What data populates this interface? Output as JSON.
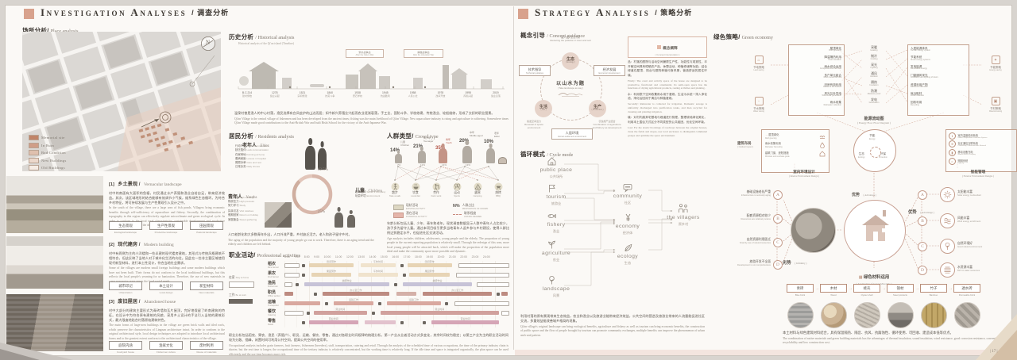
{
  "colors": {
    "accent": "#d8a28d",
    "highlight": "#b5584a",
    "beige": "#ddd7c2",
    "pink": "#e5b5aa",
    "lavender": "#c6c2d6"
  },
  "page": {
    "number": "| 17 |"
  },
  "inv": {
    "title": "Investigation Analyses",
    "slash": "/",
    "title_cn": "调查分析",
    "place": {
      "h_cn": "场所分析/",
      "h_en": "Place analysis",
      "compass": "N",
      "legend": [
        "Memorial site",
        "In Ruin",
        "Bad Condition",
        "New Buildings",
        "Old Buildings"
      ]
    },
    "items": [
      {
        "no": "[1]",
        "t_cn": "乡土景观 /",
        "t_en": "Vernacular landscape",
        "p_cn": "村中的南面有大面积的鱼塘，村民通过水产养殖和渔业自给自足，带来经济效益。其次，该区域地形的结合能够有效调节小气候，维系绿色生态循环。为符合乡村特征，将可持续发展与生产性景观引入设计之中。",
        "p_en": "In the south of the village, there are a large area of fish ponds. Villagers bring economic benefits through self-sufficiency of aquaculture and fishery. Secondly, the combination of topography in this region can effectively regulate microclimate and green ecological cycle. In order to conform to the local rural characteristics, sustainable development and productive landscape are introduced in the design.",
        "tags": [
          {
            "cn": "生态景观",
            "en": "Ecological landscape"
          },
          {
            "cn": "生产性景观",
            "en": "Productive landscape"
          },
          {
            "cn": "田园景观",
            "en": "Pastoral landscape"
          }
        ]
      },
      {
        "no": "[2]",
        "t_cn": "现代建房 /",
        "t_en": "Modern building",
        "p_cn": "村中有两侧为主的小洋楼和一些半建的现代楼房建筑，其形式与传统风格建筑不相符合，但这反映了当地人对于城市化生活的向往。因此在一些非主要区域使用现代新型材料，进行本土性设计，符合当地社会需求。",
        "p_en": "Some of the villages are modern small foreign buildings and some modern buildings which have not been built. Their forms do not conform to the local traditional buildings, but this reflects the local people's yearning for ur banization. Therefore, the use of new materials in some non-major areas meets the local social needs.",
        "tags": [
          {
            "cn": "城市印记",
            "en": "Urbanization"
          },
          {
            "cn": "本土设计",
            "en": "Local design"
          },
          {
            "cn": "新型材料",
            "en": "New materials"
          }
        ]
      },
      {
        "no": "[3]",
        "t_cn": "废旧屋居 /",
        "t_en": "Abandoned house",
        "p_cn": "村中大部分的建筑主要形式为青砖墙和瓦片屋顶，完好地保留了岭南建筑的特征。在设计中为符合原有建筑的风貌，采用乡土设计的手法引入当地的建筑形式，最大限度地贴合村落原始建筑特色。",
        "p_en": "The main forms of large-area buildings in the village are green brick walls and tiled roofs, which preserve the characteristics of Lingnan architecture intact. In order to conform to the original architectural style, local design techniques are adopted to introduce local architectural forms and to the greatest extent conform to the architectural characteristics of the village.",
        "tags": [
          {
            "cn": "庭院内涵",
            "en": "Courtyard house"
          },
          {
            "cn": "渔家文化",
            "en": "Fishermen culture"
          },
          {
            "cn": "废材利用",
            "en": "Reuse of materials"
          }
        ]
      }
    ],
    "history": {
      "h_cn": "历史分析",
      "h_en": "/ Historical analysis",
      "caption": "Historical analysis of the Qi'an island (Timeline)",
      "bracket_a_cn": "鸦片战争后",
      "bracket_a_en": "After the Opium War",
      "bracket_b_cn": "解放战争后",
      "bracket_b_en": "After the Liberation War",
      "ticks": [
        {
          "y": "B.C.214",
          "t": "建村伊始"
        },
        {
          "y": "1278",
          "t": "渔业兴起"
        },
        {
          "y": "1521",
          "t": "宗祠修建"
        },
        {
          "y": "1840",
          "t": "抗英斗争"
        },
        {
          "y": "1938",
          "t": "碧石学校"
        },
        {
          "y": "1945",
          "t": "抗战胜利"
        },
        {
          "y": "1958",
          "t": "人民公社"
        },
        {
          "y": "1978",
          "t": "改革开放"
        },
        {
          "y": "1995",
          "t": "养殖兴起"
        },
        {
          "y": "2019",
          "t": "渔业衰落"
        }
      ],
      "p_cn": "温泉村曾是渔人的中心村落，渔民选择有台风庇护的山边而居；如今新兴养殖业兴起而农业逐渐衰落，手工业、国防斗争、学校修建、传统渔业、轮船维修，形成了交织的职业图景。",
      "p_en": "Qi'an Village is the central village of fishermen and has been developed from the ancient times; fishing was the main livelihood of Qi'an Village. New aquaculture industry is rising and agriculture is withering. Somewhere times Qi'an Village made good contributions to the Anti-British War and built Bishi School for the victory of the Anti-Japanese War."
    },
    "residents": {
      "h_cn": "居民分析",
      "h_en": "/ Residents analysis",
      "donut": {
        "labels": [
          "62.5%",
          "25%",
          "12.5%"
        ]
      },
      "elder": {
        "cn": "老年人",
        "en": "Elder",
        "items": [
          {
            "cn": "行动不便",
            "en": "Action inconvenience"
          },
          {
            "cn": "缺乏陪伴",
            "en": "Lack communication"
          },
          {
            "cn": "在家种地",
            "en": "Farming at home"
          },
          {
            "cn": "看病就医",
            "en": "Leisure in hospital"
          },
          {
            "cn": "照顾孙辈",
            "en": "Care and rest"
          },
          {
            "cn": "日常杂务",
            "en": "Daily chores"
          }
        ]
      },
      "youth": {
        "cn": "青年人",
        "en": "Youths",
        "items": [
          {
            "cn": "务工为主",
            "en": "High working"
          },
          {
            "cn": "购房压力",
            "en": "High pressure"
          },
          {
            "cn": "努力学习",
            "en": "Study"
          },
          {
            "cn": "探亲访友",
            "en": "Visit relatives"
          },
          {
            "cn": "假期回家",
            "en": "Return on holiday"
          },
          {
            "cn": "家庭聚会",
            "en": "Sweet gathering"
          }
        ]
      },
      "children": {
        "cn": "儿童",
        "en": "Children",
        "items": [
          {
            "cn": "祖辈陪伴",
            "en": "Senior's company"
          },
          {
            "cn": "玩耍环境",
            "en": "Environment"
          }
        ]
      },
      "note_cn": "人口老龄化和大多数青年外出，人口外流严重，乡村缺乏活力，老人和孩子留守乡村。",
      "note_en": "The aging of the population and the majority of young people go out to work. Therefore, there is an aging trend and the elderly and children are left behind."
    },
    "crowd": {
      "h_cn": "人群类型/",
      "h_en": "Crowd type",
      "groups": [
        {
          "pct": "14%",
          "cn": "儿童",
          "en": "Children"
        },
        {
          "pct": "21%",
          "cn": "青少年",
          "en": "Teenager"
        },
        {
          "pct": "35%",
          "cn": "青年",
          "en": "Youth"
        },
        {
          "pct": "20%",
          "cn": "中年",
          "en": "Middle-aged"
        },
        {
          "pct": "10%",
          "cn": "老年",
          "en": "Elder"
        }
      ],
      "foot_pcts": [
        "7%",
        "12%",
        "14%",
        "13%"
      ],
      "activities": [
        {
          "cn": "散步",
          "en": "Take a walk"
        },
        {
          "cn": "饮食",
          "en": "Local diet"
        },
        {
          "cn": "劳作",
          "en": "Farm work"
        },
        {
          "cn": "运动",
          "en": "Sports"
        },
        {
          "cn": "露营",
          "en": "Camping"
        },
        {
          "cn": "烧烤",
          "en": "BBQ"
        }
      ],
      "legend": [
        {
          "cn": "现状活动",
          "en": "EXISTING ACTIVITY"
        },
        {
          "cn": "潜在活动",
          "en": "POTENTIAL ACTIVITY"
        },
        {
          "sym": "N%",
          "cn": "人群占比",
          "en": "PROPORTION OF CROWD"
        },
        {
          "cn": "联系程度",
          "en": "LINKING DEGREE"
        }
      ],
      "p_cn": "年龄分析包括儿童、少年、青年和老年。现状调查数据显示人群中青年人占比较少，孩子多为留守儿童。通过本项目吸引更多当地青年人返乡参与乡村建设，使得人群比例达到稳定水平，也促进社区交流活动。",
      "p_en": "Age analysis includes children, adolescents, young people and the elderly. The proportion of young people in the current reporting population is relatively small. Through the redesign of this area, more local young people will be attracted back, which will make the proportion of the population more ideal and make the community space more possible and dynamic."
    },
    "professional": {
      "h_cn": "职业活动/",
      "h_en": "Professional activities",
      "axis": "6:00 7:00 8:00 9:00 10:00 11:00 12:00 13:00 14:00 15:00 16:00 17:00 18:00 19:00 20:00 21:00 22:00 23:00 24:00",
      "legend_home_cn": "在家",
      "legend_home_en": "Stay at home",
      "legend_work_cn": "工作",
      "legend_work_en": "Be at work",
      "rows": [
        {
          "cn": "稻农",
          "en": "Rice farmer",
          "labels": [
            "田间劳作",
            "午休时间",
            "田间劳作"
          ]
        },
        {
          "cn": "果农",
          "en": "Fruit farmer",
          "labels": [
            "果园劳作",
            "午休时间",
            "果园劳作"
          ]
        },
        {
          "cn": "渔民",
          "en": "Fisherman",
          "labels": [
            "捕捞作业",
            "捕捞作业"
          ]
        },
        {
          "cn": "职员",
          "en": "Office worker",
          "labels": [
            "办公室工作",
            "办公室工作"
          ]
        },
        {
          "cn": "运输",
          "en": "Transporter",
          "labels": [
            "运输工作",
            "运输工作"
          ]
        },
        {
          "cn": "餐饮",
          "en": "Catering",
          "labels": [
            "营业时间",
            "营业时间"
          ]
        },
        {
          "cn": "零售",
          "en": "Retail",
          "labels": [
            "营业时间",
            "营业时间"
          ]
        }
      ],
      "p_cn": "职业分析包括稻农、果农、渔民（养殖户）、职员、运输、餐饮、零售。通过对各职业时间规律的梳理分析，第一产业从业者活动方式多变化，其余时间较为稳定；以第三产业为主的职业活动时间较为分散、错峰，闲置时间可利用公共空间，提高公共空间的使用率。",
      "p_en": "Occupational analysis includes grain farmers, fruit farmers, fishermen (breeders), staff, transportation, catering and retail. Through the analysis of the scheduled time of various occupations, the time of the primary industry chain is shorter, but the rest time is longer; the occupational time of the tertiary industry is relatively concentrated, but the working time is relatively long. If the idle time and space is integrated organically, the plan space can be used efficiently and the use time becomes more rich."
    }
  },
  "str": {
    "title": "Strategy Analysis",
    "slash": "/",
    "title_cn": "策略分析",
    "concept": {
      "h_cn": "概念引导",
      "h_en": "/ Concept guidance",
      "center_cn": "以山水为题",
      "center_en": "( Take landscape as way )",
      "nodes": [
        {
          "cn": "生态",
          "en": "( Ecology )"
        },
        {
          "cn": "生活",
          "en": "( Life )"
        },
        {
          "cn": "生产",
          "en": "( Production )"
        }
      ],
      "box_left_cn": "技术指导",
      "box_left_en": "Technical guidance",
      "box_right_cn": "经济发展",
      "box_right_en": "Economic development",
      "box_bottom_cn": "人居环境",
      "box_bottom_en": "Human settlement environment",
      "note_top_cn": "减少生产生活污染",
      "note_top_en": "Reducing the pollution in town and soil",
      "note_left_cn": "焕发空间活力",
      "note_left_en": "Renewal of space environment",
      "note_right_cn": "农渔旅产业结合",
      "note_right_en": "Combination of agriculture and fishery as development"
    },
    "interp": {
      "t_cn": "概念阐释",
      "t_en": "( Concept interpretation )",
      "paras": [
        {
          "cn": "品：村落的庭院与活动空间兼顾生产性、功能性与观赏性，半开敞空间具有晾晒农产品、休憩活动、种植修缮等功能；结合绿道在屋顶、阳台与庭院种植可食风景，营造舒适的居住环境。",
          "en": "Firstly: The court and activity space of the house are designed to be productive, functional and ornamental. Its semi-open space has the functions of drying agricultural products, resting activities and planting."
        },
        {
          "cn": "水：利用檐下空间收集雨水用于灌溉，生活污水统一排入净化池，净化后回用于清洁与种植灌溉。",
          "en": "Secondly: Rainwater is collected for irrigation. Domestic sewage is uniformly discharged into purification tanks, and then recycled for cleaning and planting irrigation."
        },
        {
          "cn": "境：对村内废弃宅基地与巷道进行梳理，整理坡地绿化美化，利用本土围合方式区分不同类型的公共组团，优化空间环境。",
          "en": "Last: For the elastic blockings of roadways between the original houses, clean the fields and slopes, use local enclosure to distinguish communal groups and optimize the space environment."
        }
      ]
    },
    "cycle": {
      "h_cn": "循环模式",
      "h_en": "/ Cycle mode",
      "left": [
        {
          "en": "public place",
          "cn": "公共场所"
        },
        {
          "en": "tourism",
          "cn": "旅游业"
        },
        {
          "en": "fishery",
          "cn": "渔业"
        },
        {
          "en": "agriculture",
          "cn": "农业"
        },
        {
          "en": "landscape",
          "cn": "风景"
        }
      ],
      "mid": [
        {
          "en": "community",
          "cn": "社区"
        },
        {
          "en": "economy",
          "cn": "经济体"
        },
        {
          "en": "ecology",
          "cn": "生态"
        }
      ],
      "right": {
        "en": "the villagers",
        "cn": "原乡村"
      },
      "p_cn": "利用村落的原有景观带来生态效益，农业和渔业以及旅游业能带来经济效益，公共空间的营造及旅游业带来的人流量能促进社区交流，多重效益能改善城乡格局的现象。",
      "p_en": "Qi'an village's original landscape can bring ecological benefits, agriculture and fishery as well as tourism can bring economic benefits, the construction of public space and the flow of people brought by tourism can promote community exchanges, multiple benefits can improve the phenomenon of urban and rural pattern."
    },
    "green": {
      "h_cn": "绿色策略/",
      "h_en": "Green economy",
      "flow": {
        "left": [
          {
            "cn": "屋顶绿化",
            "en": "Roof greening"
          },
          {
            "cn": "降温隔热利用",
            "en": "Heat insulation"
          },
          {
            "cn": "雨水综合运用",
            "en": "Comprehensive rain use"
          },
          {
            "cn": "多户单元组合",
            "en": "Multi-household unit"
          },
          {
            "cn": "旧房有效利用",
            "en": "Reuse of old houses"
          },
          {
            "cn": "风光互补发电",
            "en": "Wind-solar generation"
          },
          {
            "cn": "雨水收集",
            "en": "Rainwater collection"
          }
        ],
        "mid": [
          {
            "cn": "采暖",
            "en": "Heating"
          },
          {
            "cn": "制冷",
            "en": "Cooling"
          },
          {
            "cn": "采光",
            "en": "Lighting"
          },
          {
            "cn": "通风",
            "en": "Aeration"
          },
          {
            "cn": "隔热",
            "en": "Insulation"
          },
          {
            "cn": "防潮",
            "en": "Moisture proof"
          },
          {
            "cn": "发电",
            "en": "Generation"
          }
        ],
        "right": [
          {
            "cn": "人居能源体系",
            "en": "Human energy system"
          },
          {
            "cn": "节能系统",
            "en": "Smart energy systems"
          },
          {
            "cn": "发电能源",
            "en": "Renewable energy"
          },
          {
            "cn": "门窗通风采光",
            "en": "Ventilation and lighting of doors"
          },
          {
            "cn": "资源利用产物",
            "en": "Resource utilization"
          },
          {
            "cn": "就近取材",
            "en": "Local materials"
          },
          {
            "cn": "回收利用",
            "en": "Recycling"
          }
        ],
        "sides": [
          {
            "cn": "节地策略",
            "en": "Land saving"
          },
          {
            "cn": "节水策略",
            "en": "Water saving"
          },
          {
            "cn": "节能策略",
            "en": "Energy saving"
          },
          {
            "cn": "节材策略",
            "en": "Material saving"
          }
        ],
        "label_cn": "能源流动图",
        "label_en": "( Energy Flow Flow Diagram )"
      },
      "house": {
        "circle": [
          {
            "cn": "节能",
            "en": "Energy"
          },
          {
            "cn": "生态",
            "en": "Ecology"
          },
          {
            "cn": "环保",
            "en": "Protection"
          }
        ],
        "layout_cn": "建筑布局",
        "layout_en": "( Outdoor layout )",
        "interior": {
          "rows": [
            {
              "cn": "屋顶绿化",
              "en": "Roof greening"
            },
            {
              "cn": "雨水收集利用",
              "en": "Rainwater harvesting"
            },
            {
              "cn": "建筑门窗、遮阳措施",
              "en": "Windows and sunshade guide"
            }
          ],
          "label_cn": "室内环境设计",
          "label_en": "( Interior Environment Design )"
        },
        "smart": {
          "rows": [
            {
              "cn": "室内温度检测系统",
              "en": "Indoor Temperature Detection System"
            },
            {
              "cn": "社区通信互联系统",
              "en": "Community Communication Network"
            },
            {
              "cn": "移动设备充电",
              "en": "Mobile device charging"
            },
            {
              "cn": "照明系统",
              "en": "Lighting"
            }
          ],
          "label_cn": "智能管理",
          "label_en": "( Exterior Environment Designs )"
        },
        "adv_cn": "优势",
        "adv_en": "( Advantage )",
        "dis_cn": "劣势",
        "dis_en": "( Infirmity )",
        "dis_items": [
          {
            "k": "A",
            "cn": "基础设施老化严重",
            "en": "Infrastructure is seriously aging"
          },
          {
            "k": "B",
            "cn": "配套资源相对较少",
            "en": "Resources are relatively scarce"
          },
          {
            "k": "C",
            "cn": "自然资源利用匮乏",
            "en": "Scarcity use of natural resources"
          },
          {
            "k": "D",
            "cn": "旅游开发不全面",
            "en": "Development is not comprehensive"
          }
        ],
        "adv_items": [
          {
            "k": "A",
            "cn": "太阳能丰富",
            "en": "Solar energy is abundant"
          },
          {
            "k": "B",
            "cn": "风能丰富",
            "en": "Wind energy enrichment"
          },
          {
            "k": "C",
            "cn": "自然环境好",
            "en": "Good natural environment"
          },
          {
            "k": "D",
            "cn": "水资源丰富",
            "en": "Rich in water resources"
          }
        ]
      },
      "materials": {
        "label_cn": "绿色材料运用",
        "label_en": "( Application of Green Materials )",
        "items": [
          {
            "cn": "青砖",
            "en": "Blue brick"
          },
          {
            "cn": "木材",
            "en": "Wood"
          },
          {
            "cn": "蚝壳",
            "en": "Oyster shell"
          },
          {
            "cn": "钢材",
            "en": "Steel products"
          },
          {
            "cn": "竹子",
            "en": "Bamboo"
          },
          {
            "cn": "透水砖",
            "en": "Permeable brick"
          }
        ],
        "p_cn": "本土材料与绿色建筑材料结合，具有保温隔热、隔音、抗风、抗腐蚀性、循环使用、可回收、建造成本低等优点。",
        "p_en": "The combination of native materials and green building materials has the advantages of thermal insulation, sound insulation, wind resistance, good corrosion resistance, convenient formation, recyclability and low construction cost."
      }
    }
  }
}
